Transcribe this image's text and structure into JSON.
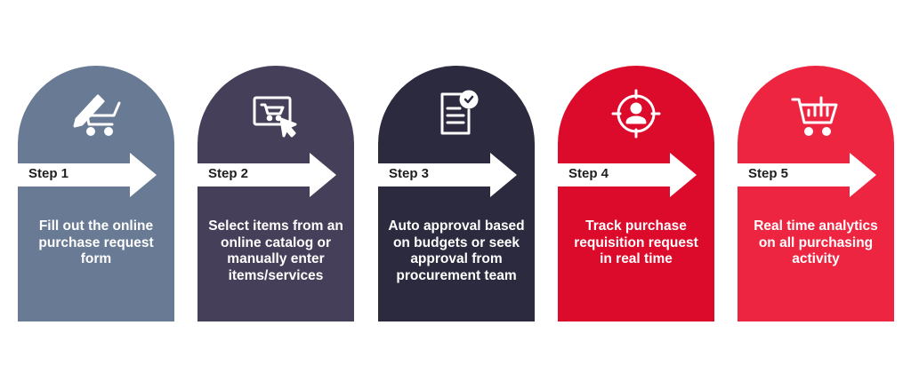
{
  "steps": [
    {
      "label": "Step 1",
      "description": "Fill out the online purchase request form",
      "icon": "cart-pencil-icon",
      "color": "#687a94"
    },
    {
      "label": "Step 2",
      "description": "Select items from an online catalog or manually enter items/services",
      "icon": "online-cart-cursor-icon",
      "color": "#463f59"
    },
    {
      "label": "Step 3",
      "description": "Auto approval based on budgets or seek approval from procurement team",
      "icon": "document-check-icon",
      "color": "#2b2a3e"
    },
    {
      "label": "Step 4",
      "description": "Track purchase requisition request in real time",
      "icon": "user-target-icon",
      "color": "#dc0a2b"
    },
    {
      "label": "Step 5",
      "description": "Real time analytics on all purchasing activity",
      "icon": "cart-analytics-icon",
      "color": "#ee2540"
    }
  ]
}
